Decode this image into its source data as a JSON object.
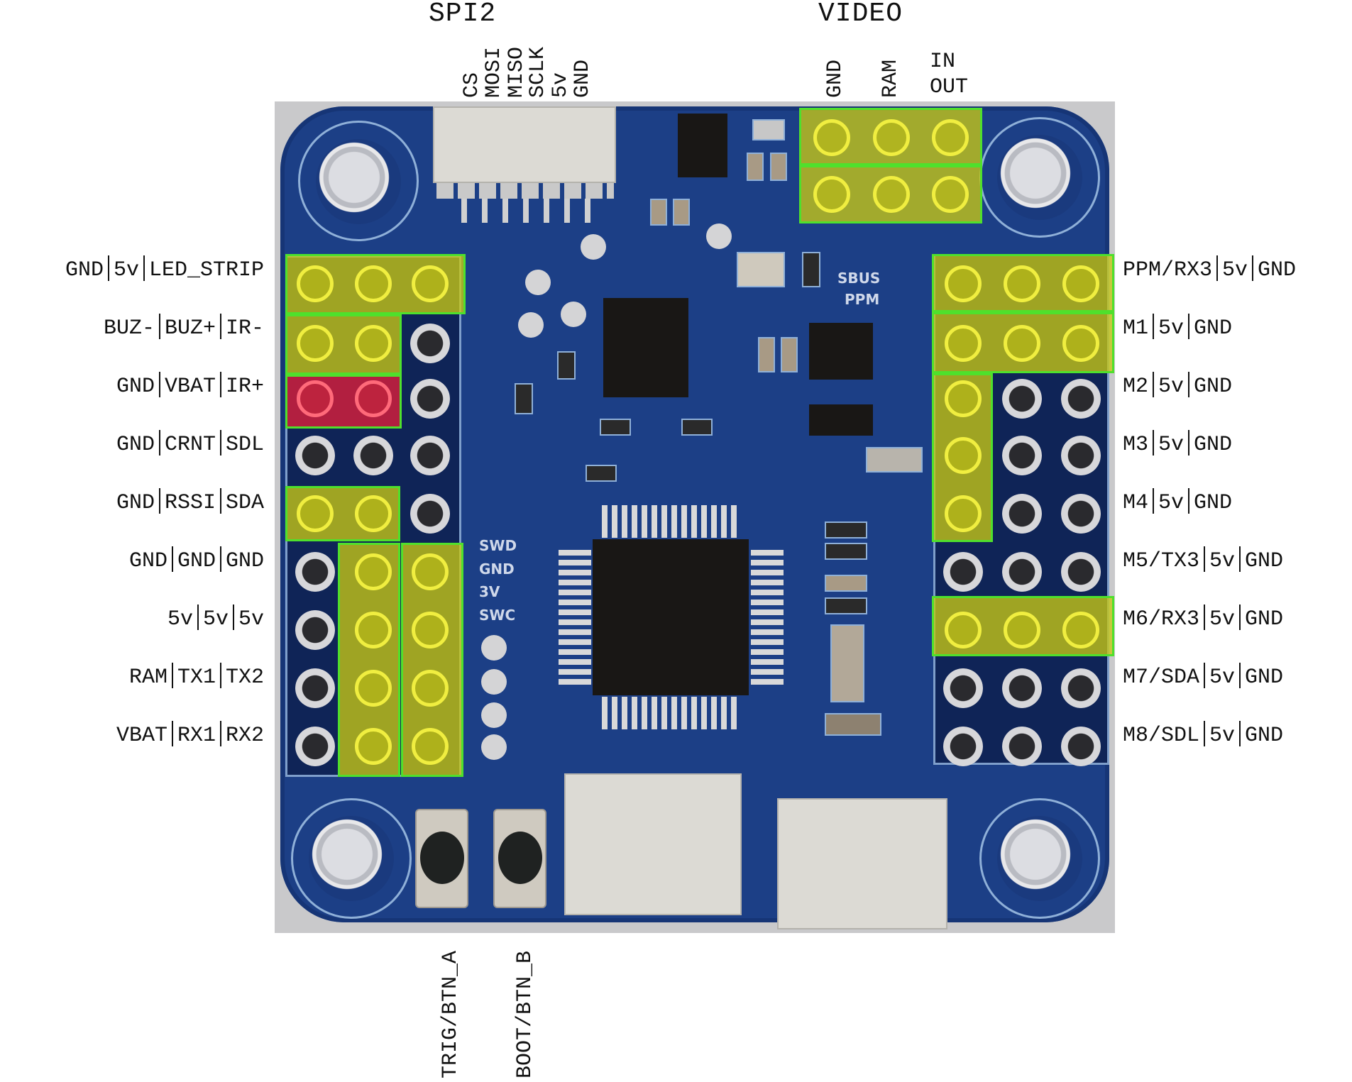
{
  "headers": {
    "spi2": {
      "title": "SPI2",
      "pins": [
        "CS",
        "MOSI",
        "MISO",
        "SCLK",
        "5v",
        "GND"
      ]
    },
    "video": {
      "title": "VIDEO",
      "pins": [
        "GND",
        "RAM"
      ],
      "rows": [
        "IN",
        "OUT"
      ]
    }
  },
  "left_rows": [
    [
      "GND",
      "5v",
      "LED_STRIP"
    ],
    [
      "BUZ-",
      "BUZ+",
      "IR-"
    ],
    [
      "GND",
      "VBAT",
      "IR+"
    ],
    [
      "GND",
      "CRNT",
      "SDL"
    ],
    [
      "GND",
      "RSSI",
      "SDA"
    ],
    [
      "GND",
      "GND",
      "GND"
    ],
    [
      "5v",
      "5v",
      "5v"
    ],
    [
      "RAM",
      "TX1",
      "TX2"
    ],
    [
      "VBAT",
      "RX1",
      "RX2"
    ]
  ],
  "right_rows": [
    [
      "PPM/RX3",
      "5v",
      "GND"
    ],
    [
      "M1",
      "5v",
      "GND"
    ],
    [
      "M2",
      "5v",
      "GND"
    ],
    [
      "M3",
      "5v",
      "GND"
    ],
    [
      "M4",
      "5v",
      "GND"
    ],
    [
      "M5/TX3",
      "5v",
      "GND"
    ],
    [
      "M6/RX3",
      "5v",
      "GND"
    ],
    [
      "M7/SDA",
      "5v",
      "GND"
    ],
    [
      "M8/SDL",
      "5v",
      "GND"
    ]
  ],
  "buttons": [
    "TRIG/BTN_A",
    "BOOT/BTN_B"
  ],
  "silkscreen": {
    "sbus_ppm": [
      "SBUS",
      "PPM"
    ],
    "swd": [
      "SWD",
      "GND",
      "3V",
      "SWC"
    ]
  },
  "highlight_colors": {
    "signal": "#c8c814",
    "power": "#d71e3c",
    "outline": "#4fe02c",
    "pcb": "#1c3f86"
  }
}
